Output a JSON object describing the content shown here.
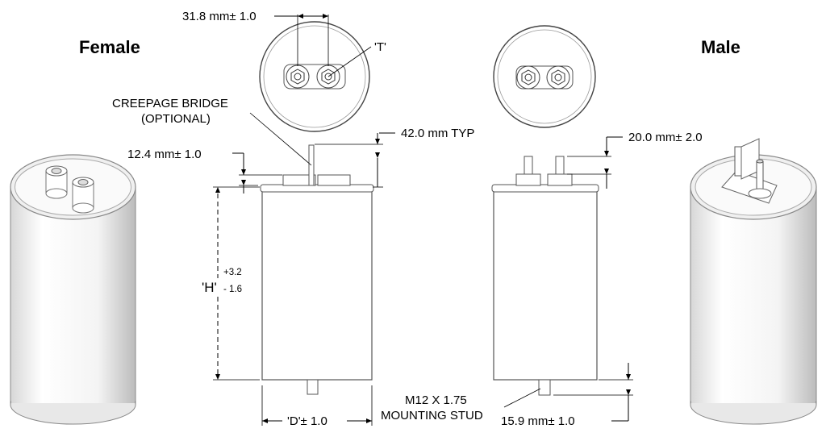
{
  "titles": {
    "female": "Female",
    "male": "Male"
  },
  "dimensions": {
    "terminal_spacing": "31.8 mm± 1.0",
    "terminal_height": "42.0 mm TYP",
    "female_terminal_offset": "12.4 mm± 1.0",
    "male_stud_height": "20.0 mm± 2.0",
    "height_label": "'H'",
    "height_plus": "+3.2",
    "height_minus": "- 1.6",
    "diameter": "'D'± 1.0",
    "stud_length": "15.9 mm± 1.0"
  },
  "callouts": {
    "terminal_t": "'T'",
    "creepage_line1": "CREEPAGE BRIDGE",
    "creepage_line2": "(OPTIONAL)",
    "stud_line1": "M12 X 1.75",
    "stud_line2": "MOUNTING STUD"
  },
  "icons": [
    "capacitor-female-3d",
    "capacitor-male-3d",
    "terminal-top-view"
  ]
}
